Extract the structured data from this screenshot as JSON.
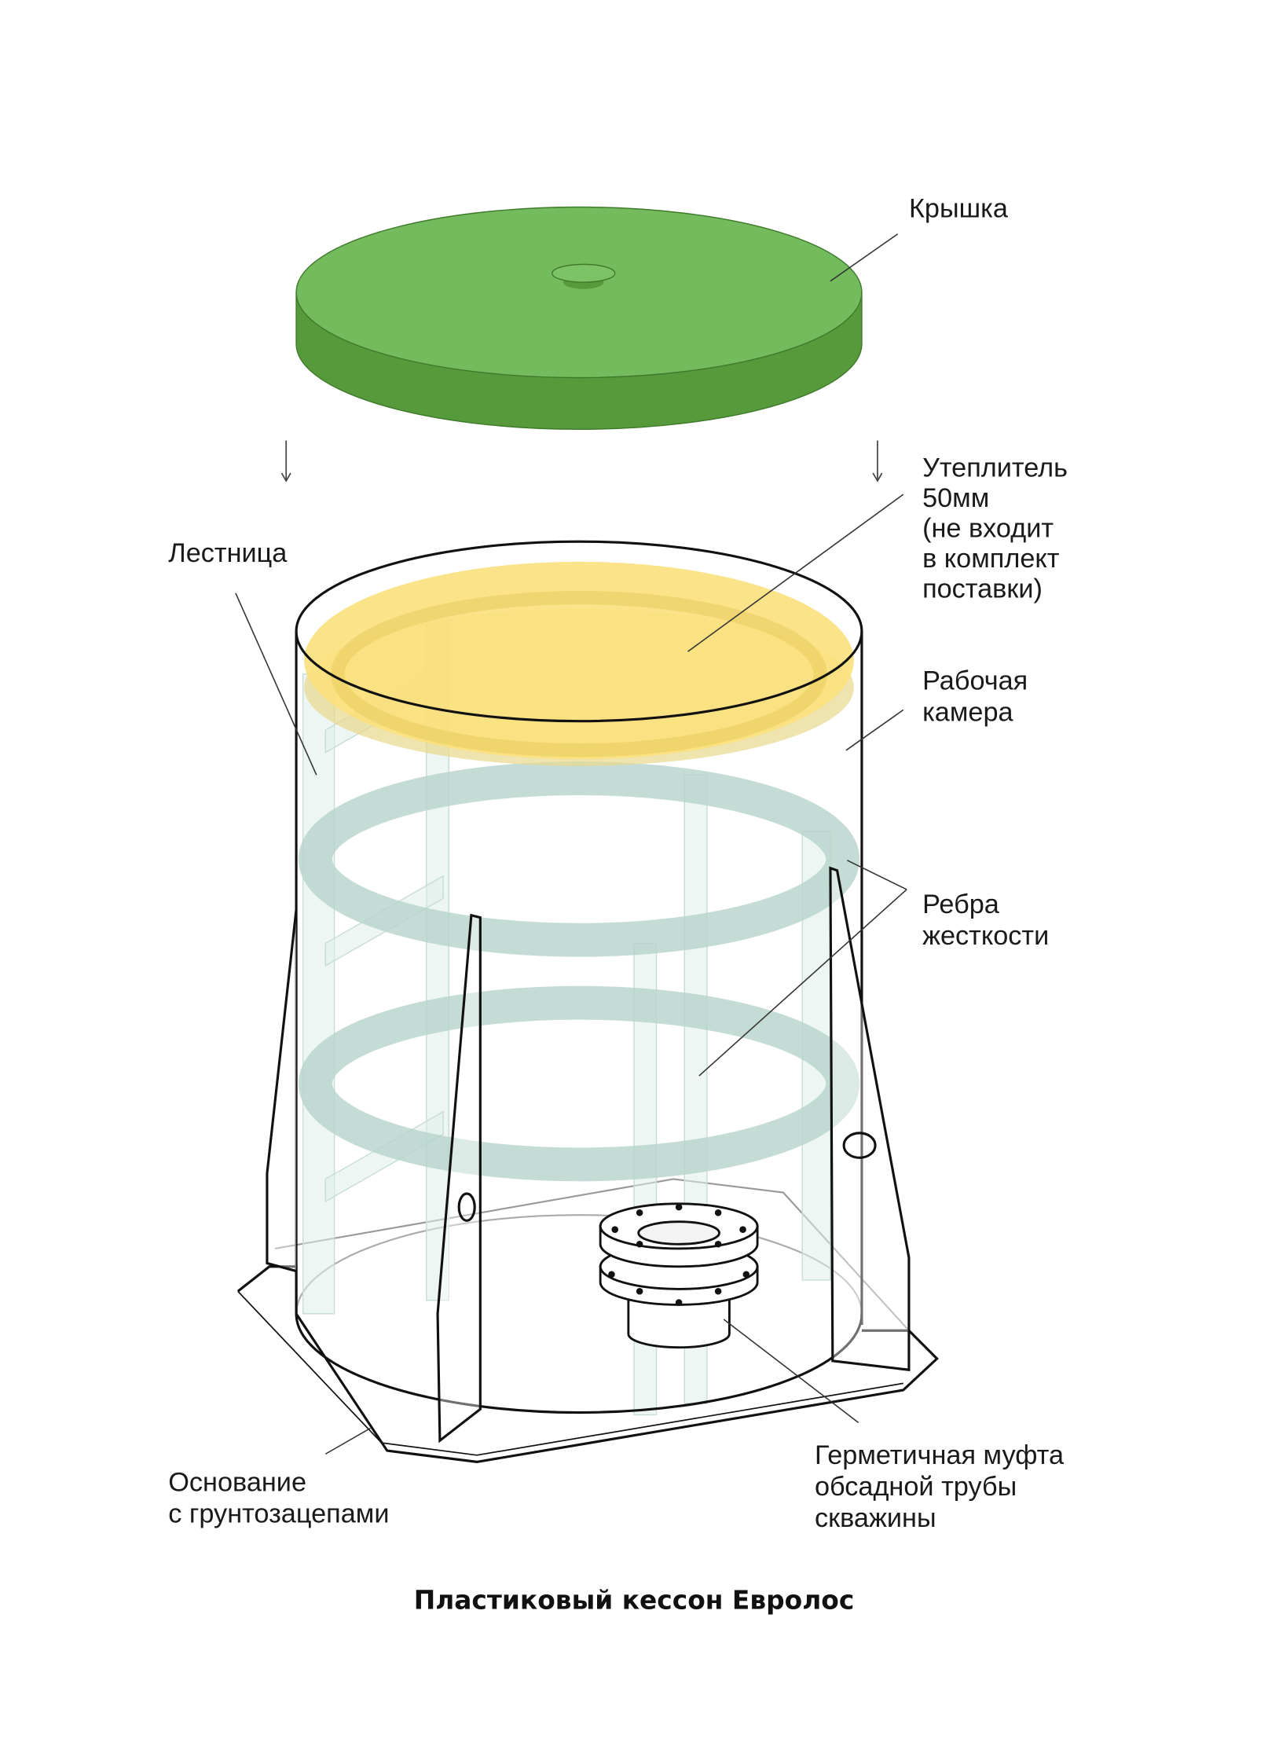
{
  "labels": {
    "lid": "Крышка",
    "insulation": [
      "Утеплитель",
      "50мм",
      "(не входит",
      "в комплект",
      "поставки)"
    ],
    "ladder": "Лестница",
    "chamber": [
      "Рабочая",
      "камера"
    ],
    "ribs": [
      "Ребра",
      "жесткости"
    ],
    "base": [
      "Основание",
      "с грунтозацепами"
    ],
    "coupling": [
      "Герметичная муфта",
      "обсадной трубы",
      "скважины"
    ]
  },
  "title": "Пластиковый кессон Евролос",
  "colors": {
    "lid_top": "#74bb5e",
    "lid_side": "#569a3c",
    "insulation": "#fbe07c",
    "ring": "#b7d3cc"
  }
}
